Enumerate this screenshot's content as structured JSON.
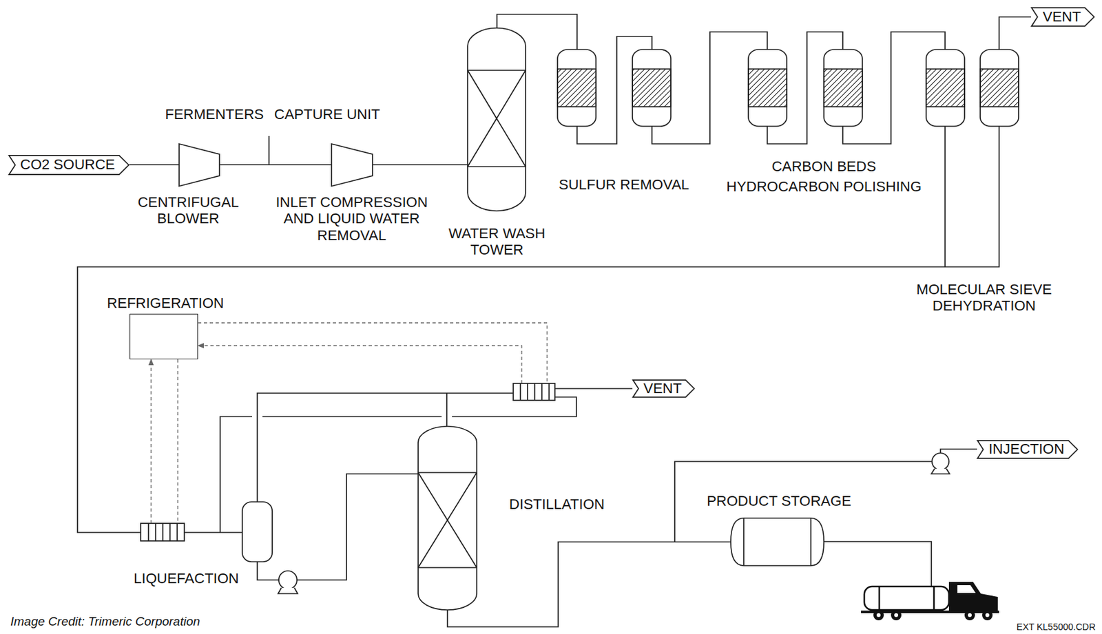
{
  "diagram": {
    "nodes": [
      {
        "text": [
          "CO2 SOURCE"
        ]
      },
      {
        "text": [
          "CENTRIFUGAL BLOWER"
        ]
      },
      {
        "text": [
          "INLET COMPRESSION AND LIQUID WATER REMOVAL"
        ]
      },
      {
        "text": [
          "WATER WASH TOWER"
        ]
      },
      {
        "text": [
          "VENT"
        ]
      },
      {
        "text": [
          "REFRIGERATION"
        ]
      },
      {
        "text": [
          "DISTILLATION"
        ]
      },
      {
        "text": [
          "VENT"
        ]
      },
      {
        "text": [
          "PRODUCT STORAGE"
        ]
      },
      {
        "text": [
          "INJECTION"
        ]
      }
    ],
    "edges": [
      {
        "from": 0,
        "to": 1,
        "arrow": "none"
      },
      {
        "from": 1,
        "to": 2,
        "arrow": "none"
      },
      {
        "from": 2,
        "to": 3,
        "arrow": "none"
      },
      {
        "from": 6,
        "to": 8,
        "arrow": "none"
      }
    ],
    "labels": [
      "FERMENTERS",
      "CAPTURE UNIT",
      "SULFUR REMOVAL",
      "CARBON BEDS",
      "HYDROCARBON POLISHING",
      "MOLECULAR SIEVE DEHYDRATION",
      "LIQUEFACTION",
      "Image Credit: Trimeric Corporation",
      "EXT KL55000.CDR"
    ]
  }
}
